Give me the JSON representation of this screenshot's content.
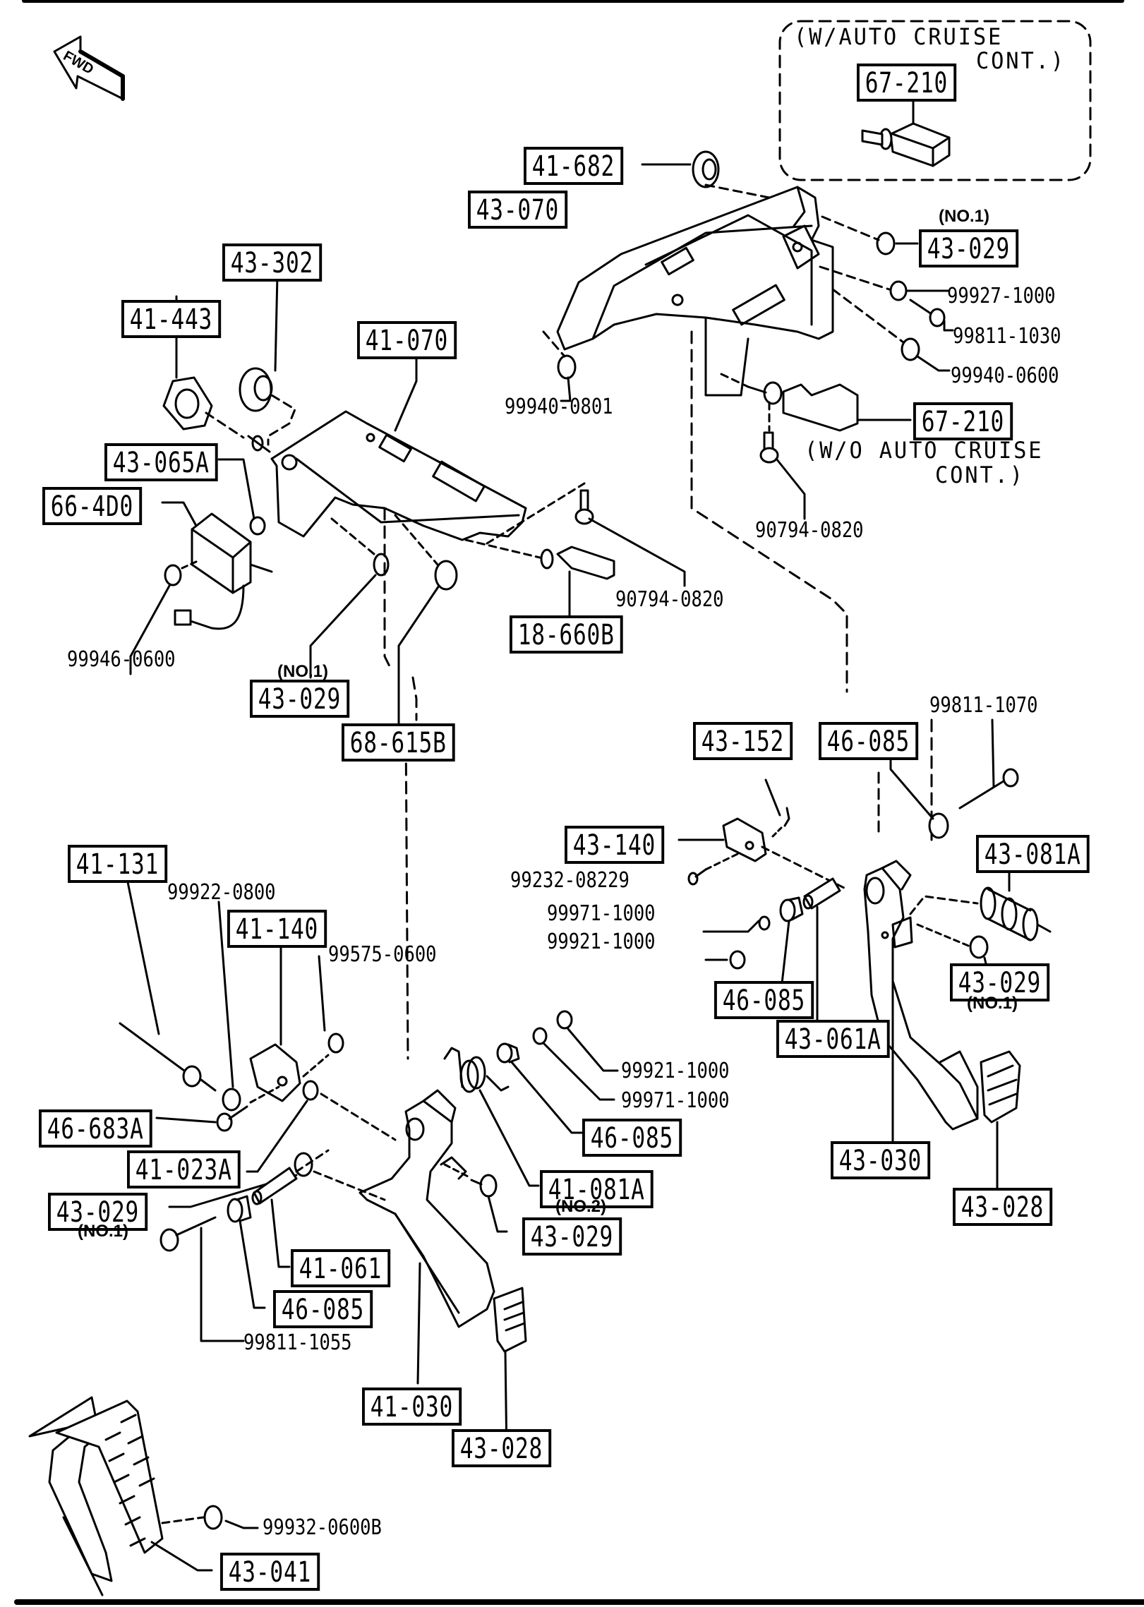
{
  "diagram": {
    "title": "Pedal Assembly Exploded View",
    "direction_marker": {
      "label": "FWD",
      "icon": "forward-arrow-icon"
    },
    "variant_notes": {
      "with_cruise_line1": "(W/AUTO CRUISE",
      "with_cruise_line2": "CONT.)",
      "without_cruise_line1": "(W/O AUTO CRUISE",
      "without_cruise_line2": "CONT.)"
    },
    "boxed_parts": [
      {
        "id": "p-67-210-a",
        "label": "67-210"
      },
      {
        "id": "p-41-682",
        "label": "41-682"
      },
      {
        "id": "p-43-070",
        "label": "43-070"
      },
      {
        "id": "p-43-029-a",
        "label": "43-029"
      },
      {
        "id": "p-43-302",
        "label": "43-302"
      },
      {
        "id": "p-41-443",
        "label": "41-443"
      },
      {
        "id": "p-41-070",
        "label": "41-070"
      },
      {
        "id": "p-67-210-b",
        "label": "67-210"
      },
      {
        "id": "p-43-065a",
        "label": "43-065A"
      },
      {
        "id": "p-66-4d0",
        "label": "66-4D0"
      },
      {
        "id": "p-18-660b",
        "label": "18-660B"
      },
      {
        "id": "p-43-029-b",
        "label": "43-029"
      },
      {
        "id": "p-68-615b",
        "label": "68-615B"
      },
      {
        "id": "p-43-152",
        "label": "43-152"
      },
      {
        "id": "p-46-085-a",
        "label": "46-085"
      },
      {
        "id": "p-41-131",
        "label": "41-131"
      },
      {
        "id": "p-43-140",
        "label": "43-140"
      },
      {
        "id": "p-43-081a",
        "label": "43-081A"
      },
      {
        "id": "p-41-140",
        "label": "41-140"
      },
      {
        "id": "p-46-085-b",
        "label": "46-085"
      },
      {
        "id": "p-43-029-c",
        "label": "43-029"
      },
      {
        "id": "p-43-061a",
        "label": "43-061A"
      },
      {
        "id": "p-46-683a",
        "label": "46-683A"
      },
      {
        "id": "p-46-085-c",
        "label": "46-085"
      },
      {
        "id": "p-41-023a",
        "label": "41-023A"
      },
      {
        "id": "p-41-081a",
        "label": "41-081A"
      },
      {
        "id": "p-43-030",
        "label": "43-030"
      },
      {
        "id": "p-43-029-d",
        "label": "43-029"
      },
      {
        "id": "p-43-028-a",
        "label": "43-028"
      },
      {
        "id": "p-43-029-e",
        "label": "43-029"
      },
      {
        "id": "p-41-061",
        "label": "41-061"
      },
      {
        "id": "p-46-085-d",
        "label": "46-085"
      },
      {
        "id": "p-41-030",
        "label": "41-030"
      },
      {
        "id": "p-43-028-b",
        "label": "43-028"
      },
      {
        "id": "p-43-041",
        "label": "43-041"
      }
    ],
    "plain_parts": [
      {
        "id": "n-99927-1000",
        "label": "99927-1000"
      },
      {
        "id": "n-99811-1030",
        "label": "99811-1030"
      },
      {
        "id": "n-99940-0600",
        "label": "99940-0600"
      },
      {
        "id": "n-99940-0801",
        "label": "99940-0801"
      },
      {
        "id": "n-90794-0820-a",
        "label": "90794-0820"
      },
      {
        "id": "n-90794-0820-b",
        "label": "90794-0820"
      },
      {
        "id": "n-99946-0600",
        "label": "99946-0600"
      },
      {
        "id": "n-99811-1070",
        "label": "99811-1070"
      },
      {
        "id": "n-99922-0800",
        "label": "99922-0800"
      },
      {
        "id": "n-99232-08229",
        "label": "99232-08229"
      },
      {
        "id": "n-99575-0600",
        "label": "99575-0600"
      },
      {
        "id": "n-99971-1000-a",
        "label": "99971-1000"
      },
      {
        "id": "n-99921-1000-a",
        "label": "99921-1000"
      },
      {
        "id": "n-99921-1000-b",
        "label": "99921-1000"
      },
      {
        "id": "n-99971-1000-b",
        "label": "99971-1000"
      },
      {
        "id": "n-99811-1055",
        "label": "99811-1055"
      },
      {
        "id": "n-99932-0600b",
        "label": "99932-0600B"
      }
    ],
    "notes": [
      {
        "id": "no1-a",
        "label": "(NO.1)"
      },
      {
        "id": "no1-b",
        "label": "(NO.1)"
      },
      {
        "id": "no1-c",
        "label": "(NO.1)"
      },
      {
        "id": "no1-d",
        "label": "(NO.1)"
      },
      {
        "id": "no2-a",
        "label": "(NO.2)"
      }
    ]
  }
}
